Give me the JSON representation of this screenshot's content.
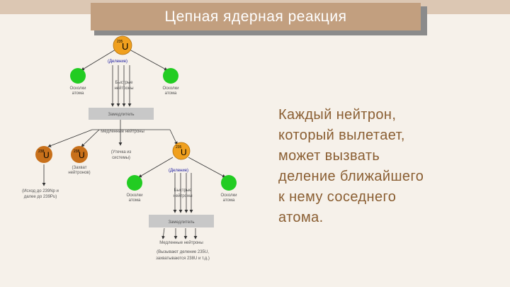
{
  "slide": {
    "title": "Цепная ядерная реакция",
    "body_text": "Каждый нейтрон,\nкоторый вылетает,\nможет вызвать\nделение ближайшего\nк нему соседнего\nатома."
  },
  "diagram": {
    "nucleus_top": {
      "mass": "235",
      "symbol": "U"
    },
    "fission_label_top": "(Деление)",
    "fragment_left_label": "Осколки\nатома",
    "fragment_right_label": "Осколки\nатома",
    "neutrons_label_top": "Быстрые\nнейтроны",
    "moderator_label": "Замедлитель",
    "slow_neutrons_label": "Медленные нейтроны",
    "absorbed_label": "(Захват\nнейтронов)",
    "left_nucleus": {
      "mass": "238",
      "symbol": "U"
    },
    "mid_nucleus": {
      "mass": "238",
      "symbol": "U"
    },
    "mid_nucleus_label": "(Захват\nнейтронов)",
    "left_caption": "(Исход до 239Np и\nдалее до 239Pu)",
    "loss_label": "(Утечка из\nсистемы)",
    "nucleus_second": {
      "mass": "235",
      "symbol": "U"
    },
    "fission_label_second": "(Деление)",
    "fragment_left_label_2": "Осколки\nатома",
    "fragment_right_label_2": "Осколки\nатома",
    "neutrons_label_second": "Быстрые\nнейтроны",
    "moderator_label_2": "Замедлитель",
    "slow_neutrons_label_2": "Медленные нейтроны",
    "bottom_caption": "(Вызывают деление 235U,\nзахватываются 238U и т.д.)",
    "colors": {
      "orange_nucleus": "#f0a01e",
      "dark_orange_nucleus": "#c8701a",
      "fragment_green": "#22cc22",
      "moderator_gray": "#c8c8c8",
      "arrow": "#333333"
    }
  }
}
